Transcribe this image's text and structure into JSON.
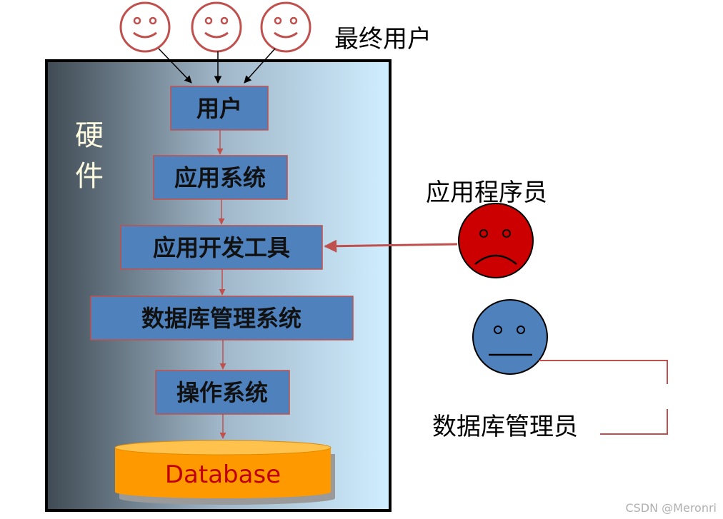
{
  "labels": {
    "end_users": "最终用户",
    "hardware": "硬件",
    "app_programmer": "应用程序员",
    "dba": "数据库管理员",
    "watermark": "CSDN @Meronri"
  },
  "layers": [
    {
      "id": "user",
      "label": "用户"
    },
    {
      "id": "app-system",
      "label": "应用系统"
    },
    {
      "id": "dev-tools",
      "label": "应用开发工具"
    },
    {
      "id": "dbms",
      "label": "数据库管理系统"
    },
    {
      "id": "os",
      "label": "操作系统"
    }
  ],
  "database": {
    "label": "Database"
  },
  "colors": {
    "layer_box": "#4f81bd",
    "layer_border": "#c0504d",
    "arrow": "#c0504d",
    "happy_face": "#c0504d",
    "programmer_face": "#cc0000",
    "dba_face": "#4f81bd",
    "database_fill": "#ff9900",
    "database_text": "#c00000",
    "hardware_text": "#fffde0"
  }
}
